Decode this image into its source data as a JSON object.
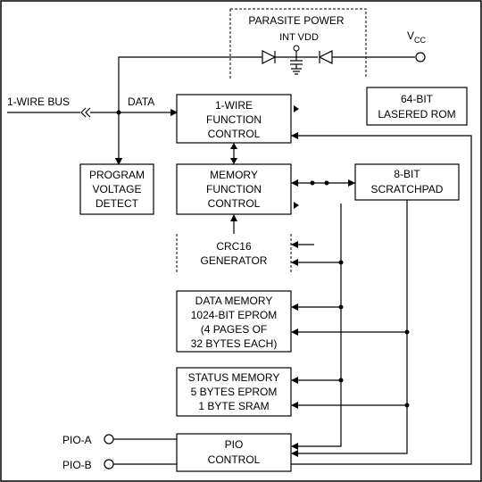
{
  "diagram": {
    "parasite_power": [
      "PARASITE POWER",
      "INT VDD"
    ],
    "vcc": {
      "main": "V",
      "sub": "CC"
    },
    "one_wire_bus": "1-WIRE BUS",
    "data_label": "DATA",
    "one_wire_function_control": [
      "1-WIRE",
      "FUNCTION",
      "CONTROL"
    ],
    "rom_64bit": [
      "64-BIT",
      "LASERED ROM"
    ],
    "program_voltage_detect": [
      "PROGRAM",
      "VOLTAGE",
      "DETECT"
    ],
    "memory_function_control": [
      "MEMORY",
      "FUNCTION",
      "CONTROL"
    ],
    "scratchpad": [
      "8-BIT",
      "SCRATCHPAD"
    ],
    "crc16_generator": [
      "CRC16",
      "GENERATOR"
    ],
    "data_memory": [
      "DATA MEMORY",
      "1024-BIT EPROM",
      "(4 PAGES OF",
      "32 BYTES EACH)"
    ],
    "status_memory": [
      "STATUS MEMORY",
      "5 BYTES EPROM",
      "1 BYTE SRAM"
    ],
    "pio_control": [
      "PIO",
      "CONTROL"
    ],
    "pio_a": "PIO-A",
    "pio_b": "PIO-B"
  }
}
